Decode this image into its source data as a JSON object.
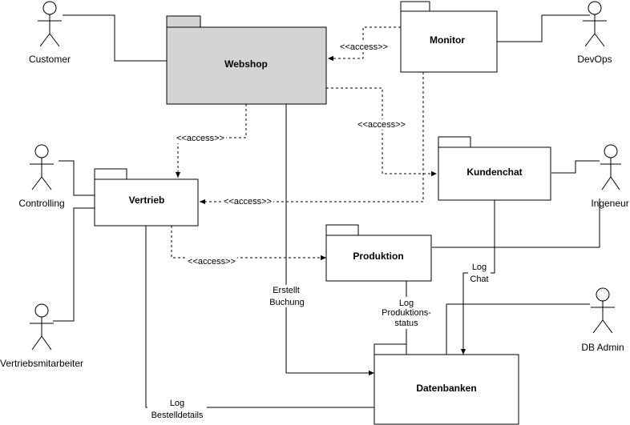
{
  "packages": {
    "webshop": "Webshop",
    "monitor": "Monitor",
    "vertrieb": "Vertrieb",
    "kundenchat": "Kundenchat",
    "produktion": "Produktion",
    "datenbanken": "Datenbanken"
  },
  "actors": {
    "customer": "Customer",
    "devops": "DevOps",
    "controlling": "Controlling",
    "vertriebsmitarbeiter": "Vertriebsmitarbeiter",
    "ingeneur": "Ingeneur",
    "db_admin": "DB Admin"
  },
  "edges": {
    "access": "<<access>>",
    "erstellt_buchung": [
      "Erstellt",
      "Buchung"
    ],
    "log_chat": [
      "Log",
      "Chat"
    ],
    "log_produktionsstatus": [
      "Log",
      "Produktions-",
      "status"
    ],
    "log_bestelldetails": [
      "Log",
      "Bestelldetails"
    ]
  },
  "colors": {
    "webshop_fill": "#d4d4d4",
    "package_fill": "#ffffff",
    "stroke": "#000000"
  }
}
